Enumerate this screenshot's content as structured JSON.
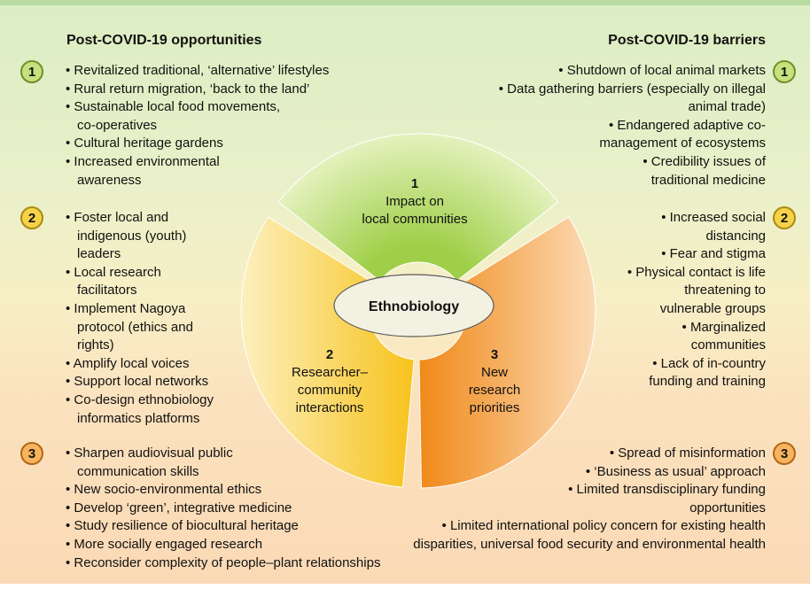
{
  "opportunities": {
    "heading": "Post-COVID-19 opportunities",
    "groups": [
      {
        "num": "1",
        "items": [
          "• Revitalized traditional, ‘alternative’ lifestyles",
          "• Rural return migration, ‘back to the land’",
          "• Sustainable local food movements, co-operatives",
          "• Cultural heritage gardens",
          "• Increased environmental awareness"
        ]
      },
      {
        "num": "2",
        "items": [
          "• Foster local and indigenous (youth) leaders",
          "• Local research facilitators",
          "• Implement Nagoya protocol (ethics and rights)",
          "• Amplify local voices",
          "• Support local networks",
          "• Co-design ethnobiology informatics platforms"
        ]
      },
      {
        "num": "3",
        "items": [
          "• Sharpen audiovisual public communication skills",
          "• New socio-environmental ethics",
          "• Develop ‘green’, integrative medicine",
          "• Study resilience of biocultural heritage",
          "• More socially engaged research",
          "• Reconsider complexity of people–plant relationships"
        ]
      }
    ]
  },
  "barriers": {
    "heading": "Post-COVID-19 barriers",
    "groups": [
      {
        "num": "1",
        "items": [
          "• Shutdown of local animal markets",
          "• Data gathering barriers (especially on illegal animal trade)",
          "• Endangered adaptive co-management of ecosystems",
          "• Credibility issues of traditional medicine"
        ]
      },
      {
        "num": "2",
        "items": [
          "• Increased social distancing",
          "• Fear and stigma",
          "• Physical contact is life threatening to vulnerable groups",
          "• Marginalized communities",
          "• Lack of in-country funding and training"
        ]
      },
      {
        "num": "3",
        "items": [
          "• Spread of misinformation",
          "• ‘Business as usual’ approach",
          "• Limited transdisciplinary funding opportunities",
          "• Limited international policy concern for existing health disparities, universal food security and environmental health"
        ]
      }
    ]
  },
  "diagram": {
    "center_label": "Ethnobiology",
    "segments": [
      {
        "num": "1",
        "label_line1": "Impact on",
        "label_line2": "local communities",
        "label_line3": "",
        "color_inner": "#9fcf48",
        "color_outer": "#e6f3c2"
      },
      {
        "num": "2",
        "label_line1": "Researcher–",
        "label_line2": "community",
        "label_line3": "interactions",
        "color_inner": "#f7c21a",
        "color_outer": "#fdf0c0"
      },
      {
        "num": "3",
        "label_line1": "New",
        "label_line2": "research",
        "label_line3": "priorities",
        "color_inner": "#f08a1a",
        "color_outer": "#fcdcb8"
      }
    ]
  }
}
